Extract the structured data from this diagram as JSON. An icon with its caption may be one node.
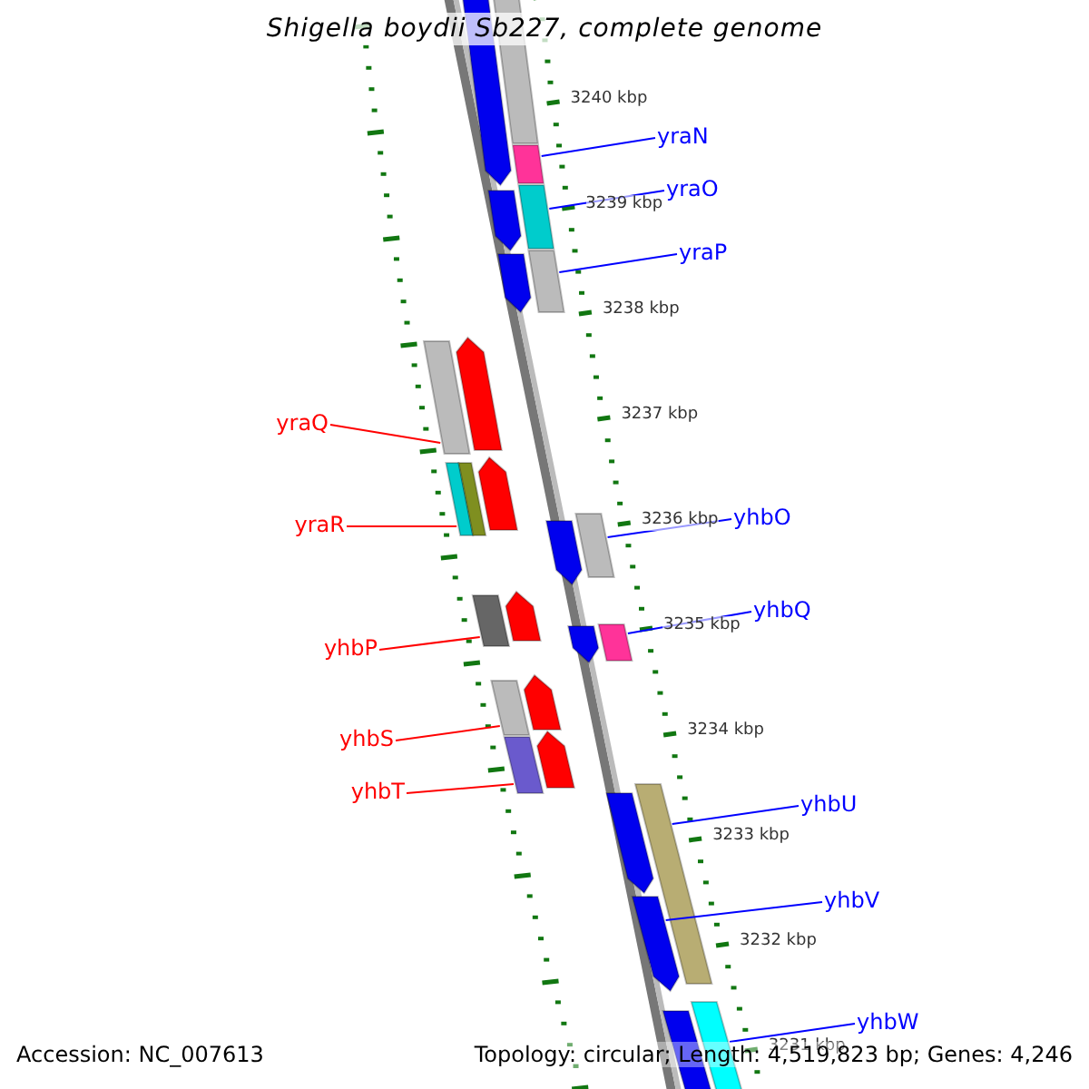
{
  "diagram": {
    "title": "Shigella boydii Sb227, complete genome",
    "nodes": [
      {
        "text": [],
        "shape": "pentagon"
      },
      {
        "text": [],
        "shape": "bar"
      },
      {
        "text": [
          "yraN"
        ]
      },
      {
        "text": [],
        "shape": "bar"
      },
      {
        "text": [],
        "shape": "pentagon"
      },
      {
        "text": [
          "yraO"
        ]
      },
      {
        "text": [],
        "shape": "bar"
      },
      {
        "text": [
          "yraP"
        ]
      },
      {
        "text": [],
        "shape": "pentagon"
      },
      {
        "text": [],
        "shape": "bar"
      },
      {
        "text": [],
        "shape": "pentagon"
      },
      {
        "text": [
          "yraQ"
        ]
      },
      {
        "text": [],
        "shape": "bar"
      },
      {
        "text": [
          "yraR"
        ]
      },
      {
        "text": [],
        "shape": "bar"
      },
      {
        "text": [],
        "shape": "pentagon"
      },
      {
        "text": [
          "yhbO"
        ]
      },
      {
        "text": [],
        "shape": "pentagon"
      },
      {
        "text": [],
        "shape": "bar"
      },
      {
        "text": [],
        "shape": "bar"
      },
      {
        "text": [],
        "shape": "pentagon"
      },
      {
        "text": [
          "yhbQ"
        ]
      },
      {
        "text": [],
        "shape": "pentagon"
      },
      {
        "text": [],
        "shape": "bar"
      },
      {
        "text": [
          "yhbP"
        ]
      },
      {
        "text": [],
        "shape": "bar"
      },
      {
        "text": [],
        "shape": "pentagon"
      },
      {
        "text": [],
        "shape": "pentagon"
      },
      {
        "text": [],
        "shape": "bar"
      },
      {
        "text": [
          "yhbS"
        ]
      },
      {
        "text": [],
        "shape": "bar"
      },
      {
        "text": [
          "yhbT"
        ]
      },
      {
        "text": [],
        "shape": "pentagon"
      },
      {
        "text": [
          "yhbU"
        ]
      },
      {
        "text": [],
        "shape": "pentagon"
      },
      {
        "text": [
          "yhbV"
        ]
      },
      {
        "text": [],
        "shape": "bar"
      },
      {
        "text": [],
        "shape": "bar"
      },
      {
        "text": [
          "yhbW"
        ]
      }
    ],
    "edges": [
      {
        "from": 2,
        "to": 3,
        "arrow": "none"
      },
      {
        "from": 5,
        "to": 6,
        "arrow": "none"
      },
      {
        "from": 7,
        "to": 9,
        "arrow": "none"
      },
      {
        "from": 11,
        "to": 12,
        "arrow": "none",
        "color": "#ff0000"
      },
      {
        "from": 13,
        "to": 14,
        "arrow": "none",
        "color": "#ff0000"
      },
      {
        "from": 16,
        "to": 18,
        "arrow": "none"
      },
      {
        "from": 21,
        "to": 23,
        "arrow": "none"
      },
      {
        "from": 24,
        "to": 19,
        "arrow": "none",
        "color": "#ff0000"
      },
      {
        "from": 29,
        "to": 25,
        "arrow": "none",
        "color": "#ff0000"
      },
      {
        "from": 31,
        "to": 28,
        "arrow": "none",
        "color": "#ff0000"
      },
      {
        "from": 33,
        "to": 30,
        "arrow": "none"
      },
      {
        "from": 35,
        "to": 34,
        "arrow": "none"
      },
      {
        "from": 38,
        "to": 37,
        "arrow": "none"
      }
    ],
    "labels": [
      "3240 kbp",
      "3239 kbp",
      "3238 kbp",
      "3237 kbp",
      "3236 kbp",
      "3235 kbp",
      "3234 kbp",
      "3233 kbp",
      "3232 kbp",
      "3231 kbp",
      "Accession: NC_007613",
      "Topology: circular; Length: 4,519,823 bp; Genes: 4,246"
    ]
  }
}
